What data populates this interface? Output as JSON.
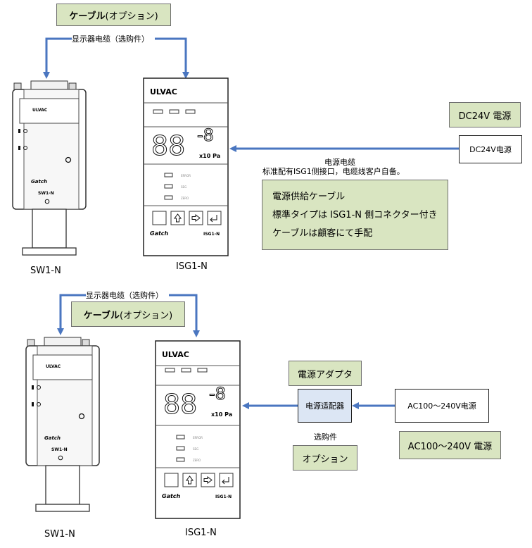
{
  "top": {
    "cable_option_bold": "ケーブル",
    "cable_option_rest": "(オプション)",
    "display_cable": "显示器电缆（选购件）",
    "sensor_caption": "SW1-N",
    "controller_caption": "ISG1-N",
    "dc_label": "DC24V 電源",
    "dc_source": "DC24V电源",
    "power_cable_title": "电源电缆",
    "power_cable_note": "标准配有ISG1侧接口，电缆线客户自备。",
    "note_line1": "電源供給ケーブル",
    "note_line2": "標準タイプは ISG1-N 側コネクター付き",
    "note_line3": "ケーブルは顧客にて手配"
  },
  "bottom": {
    "display_cable": "显示器电缆（选购件）",
    "cable_option_bold": "ケーブル",
    "cable_option_rest": "(オプション)",
    "sensor_caption": "SW1-N",
    "controller_caption": "ISG1-N",
    "adapter_label": "電源アダプタ",
    "adapter_box": "电源适配器",
    "optional_cn": "选购件",
    "optional_jp": "オプション",
    "ac_source": "AC100～240V电源",
    "ac_label": "AC100～240V 電源"
  },
  "device": {
    "sensor_brand": "ULVAC",
    "sensor_logo": "Gatch",
    "sensor_model": "SW1-N",
    "ctrl_brand": "ULVAC",
    "digits": "88",
    "digit_exp": "-8",
    "unit": "x10 Pa",
    "status1": "ERROR",
    "status2": "SEG",
    "status3": "ZERO",
    "ctrl_logo": "Gatch",
    "ctrl_model": "ISG1-N"
  },
  "colors": {
    "arrow": "#4a76c0",
    "green_box": "#d9e5c1",
    "adapter_fill": "#dce6f4"
  }
}
